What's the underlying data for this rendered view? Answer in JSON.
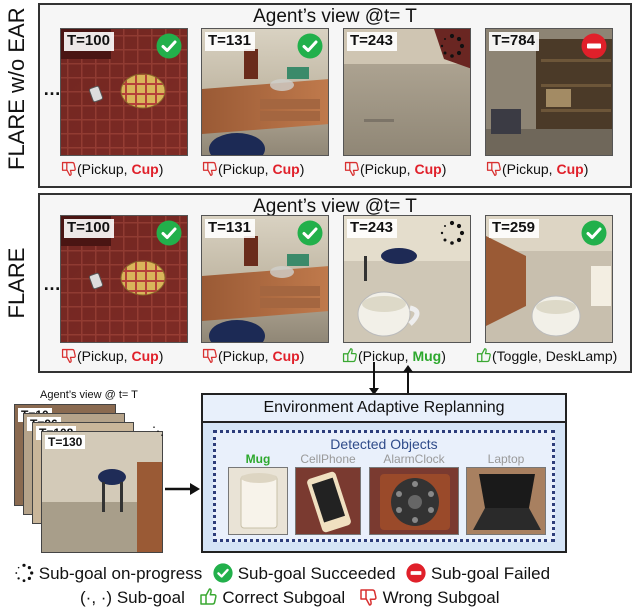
{
  "top_panel": {
    "title": "Agent’s view @t= T",
    "side_label": "FLARE w/o EAR",
    "frames": [
      {
        "t": "T=100",
        "status": "succeeded",
        "caption_action": "(Pickup, ",
        "caption_object": "Cup",
        "caption_end": ")",
        "feedback": "wrong"
      },
      {
        "t": "T=131",
        "status": "succeeded",
        "caption_action": "(Pickup, ",
        "caption_object": "Cup",
        "caption_end": ")",
        "feedback": "wrong"
      },
      {
        "t": "T=243",
        "status": "in-progress",
        "caption_action": "(Pickup, ",
        "caption_object": "Cup",
        "caption_end": ")",
        "feedback": "wrong"
      },
      {
        "t": "T=784",
        "status": "failed",
        "caption_action": "(Pickup, ",
        "caption_object": "Cup",
        "caption_end": ")",
        "feedback": "wrong"
      }
    ]
  },
  "bottom_panel": {
    "title": "Agent’s view @t= T",
    "side_label": "FLARE",
    "frames": [
      {
        "t": "T=100",
        "status": "succeeded",
        "caption_action": "(Pickup, ",
        "caption_object": "Cup",
        "caption_end": ")",
        "feedback": "wrong"
      },
      {
        "t": "T=131",
        "status": "succeeded",
        "caption_action": "(Pickup, ",
        "caption_object": "Cup",
        "caption_end": ")",
        "feedback": "wrong"
      },
      {
        "t": "T=243",
        "status": "in-progress",
        "caption_action": "(Pickup, ",
        "caption_object": "Mug",
        "caption_end": ")",
        "feedback": "correct"
      },
      {
        "t": "T=259",
        "status": "succeeded",
        "caption_action": "(Toggle, DeskLamp)",
        "caption_object": "",
        "caption_end": "",
        "feedback": "correct"
      }
    ]
  },
  "stack": {
    "title": "Agent’s view @ t= T",
    "labels": [
      "T=10",
      "T=96",
      "T=108",
      "T=130"
    ]
  },
  "ear": {
    "title": "Environment Adaptive Replanning",
    "detected_title": "Detected Objects",
    "objects": [
      {
        "name": "Mug",
        "highlight": true
      },
      {
        "name": "CellPhone",
        "highlight": false
      },
      {
        "name": "AlarmClock",
        "highlight": false
      },
      {
        "name": "Laptop",
        "highlight": false
      }
    ]
  },
  "legend": {
    "in_progress": "Sub-goal on-progress",
    "succeeded": "Sub-goal Succeeded",
    "failed": "Sub-goal Failed",
    "subgoal": "(·, ·) Sub-goal",
    "correct": "Correct Subgoal",
    "wrong": "Wrong Subgoal"
  },
  "colors": {
    "success_green": "#22b04b",
    "fail_red": "#e0202a",
    "correct_green": "#3aa832",
    "wrong_red": "#d83030",
    "mug_green": "#2da82d"
  }
}
